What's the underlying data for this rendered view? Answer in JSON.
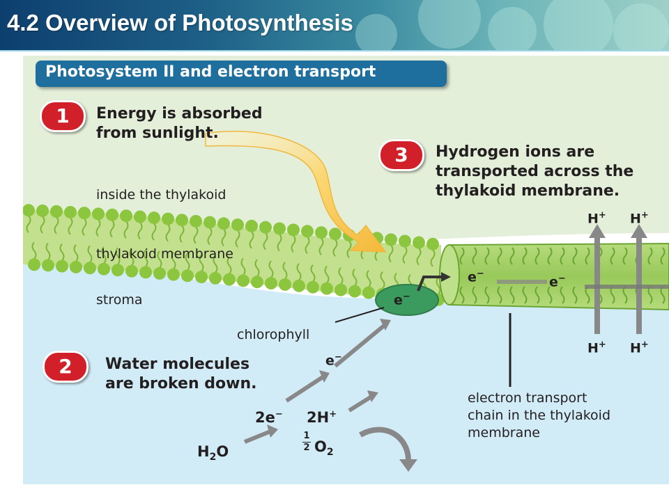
{
  "header": {
    "title": "4.2 Overview of Photosynthesis"
  },
  "diagram": {
    "title": "Photosystem II and electron transport",
    "steps": [
      {
        "num": "1",
        "text": "Energy is absorbed\nfrom sunlight."
      },
      {
        "num": "2",
        "text": "Water molecules\nare broken down."
      },
      {
        "num": "3",
        "text": "Hydrogen ions are\ntransported across the\nthylakoid membrane."
      }
    ],
    "labels": {
      "inside": "inside the thylakoid",
      "membrane": "thylakoid membrane",
      "stroma": "stroma",
      "chlorophyll": "chlorophyll",
      "etc": "electron transport\nchain in the thylakoid\nmembrane"
    },
    "chem": {
      "electron": "e",
      "electron_charge": "−",
      "h2o": "H",
      "h2o_sub": "2",
      "h2o_tail": "O",
      "two_e": "2e",
      "two_h": "2H",
      "plus": "+",
      "o2": "O",
      "o2_sub": "2",
      "half_num": "1",
      "half_den": "2",
      "h_ion": "H"
    },
    "colors": {
      "inside_bg": "#e3efd9",
      "stroma_bg": "#d2ecf7",
      "membrane_green": "#a9d36a",
      "head_green": "#8cc63f",
      "chlorophyll": "#3b9a5e",
      "sunlight_arrow": "#f6c64c",
      "step_badge": "#d2202a",
      "title_badge": "#1f6f9e"
    }
  }
}
